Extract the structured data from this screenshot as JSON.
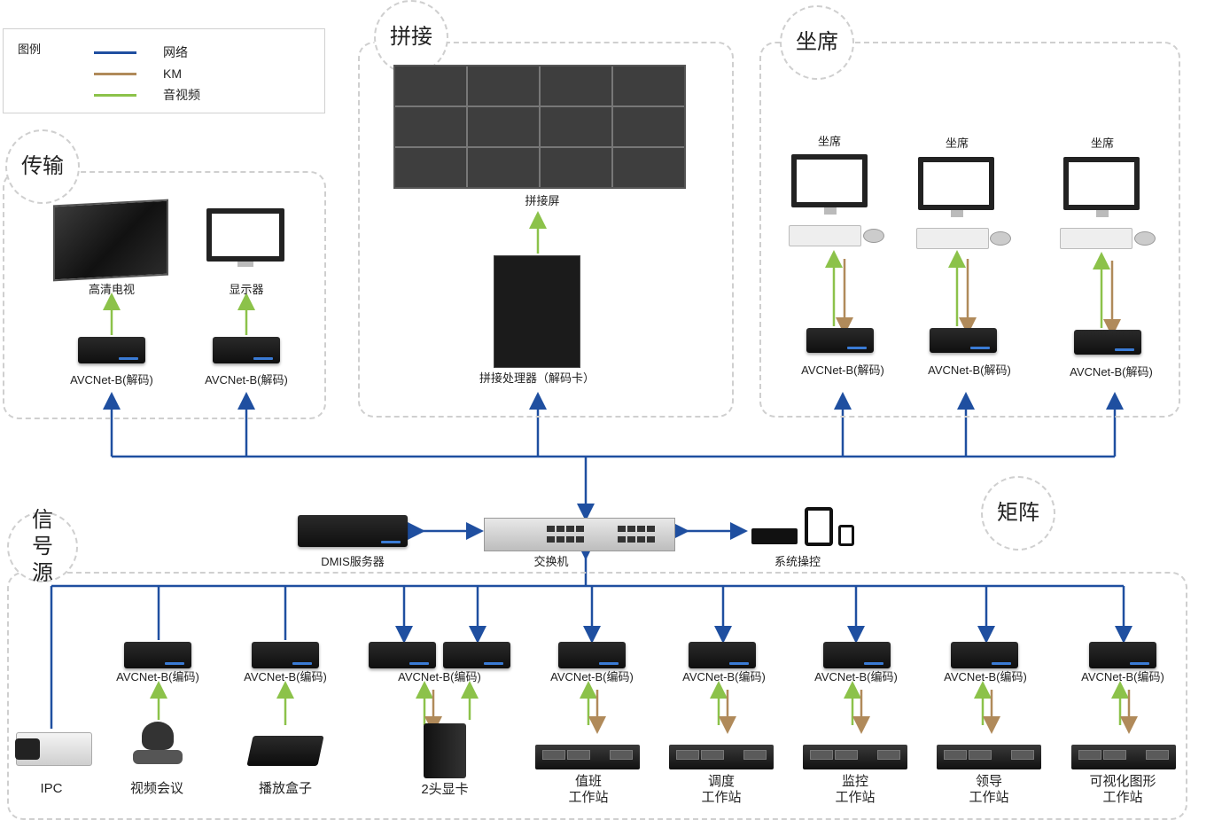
{
  "legend": {
    "title": "图例",
    "items": [
      {
        "label": "网络",
        "color": "#1f4fa0"
      },
      {
        "label": "KM",
        "color": "#b08a5a"
      },
      {
        "label": "音视频",
        "color": "#8cc24a"
      }
    ]
  },
  "colors": {
    "network": "#1f4fa0",
    "km": "#b08a5a",
    "av": "#8cc24a",
    "border": "#cfcfcf"
  },
  "sections": {
    "transmission": "传输",
    "splicing": "拼接",
    "seats": "坐席",
    "matrix": "矩阵",
    "source": "信号源"
  },
  "transmission": {
    "tv_label": "高清电视",
    "monitor_label": "显示器",
    "decoder1_label": "AVCNet-B(解码)",
    "decoder2_label": "AVCNet-B(解码)"
  },
  "splicing": {
    "wall_label": "拼接屏",
    "processor_label": "拼接处理器（解码卡）"
  },
  "seats": {
    "seat1_label": "坐席",
    "seat2_label": "坐席",
    "seat3_label": "坐席",
    "decoder1_label": "AVCNet-B(解码)",
    "decoder2_label": "AVCNet-B(解码)",
    "decoder3_label": "AVCNet-B(解码)"
  },
  "matrix": {
    "server_label": "DMIS服务器",
    "switch_label": "交换机",
    "control_label": "系统操控"
  },
  "source": {
    "encoder_label": "AVCNet-B(编码)",
    "ipc_label": "IPC",
    "video_conf_label": "视频会议",
    "player_label": "播放盒子",
    "gpu_label": "2头显卡",
    "ws1_label": "值班\n工作站",
    "ws2_label": "调度\n工作站",
    "ws3_label": "监控\n工作站",
    "ws4_label": "领导\n工作站",
    "ws5_label": "可视化图形\n工作站"
  }
}
